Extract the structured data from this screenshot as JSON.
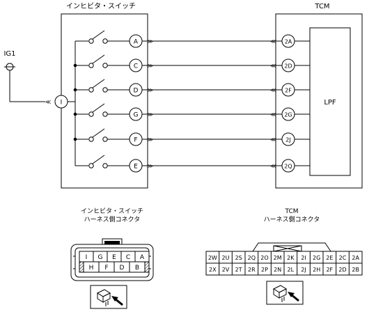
{
  "titles": {
    "switch": "インヒビタ・スイッチ",
    "tcm": "TCM",
    "ig1": "IG1",
    "lpf": "LPF"
  },
  "switch_terminals": [
    "A",
    "C",
    "D",
    "G",
    "F",
    "E"
  ],
  "common_terminal": "I",
  "tcm_terminals": [
    "2A",
    "2D",
    "2F",
    "2G",
    "2J",
    "2Q"
  ],
  "switch_connector": {
    "title_line1": "インヒビタ・スイッチ",
    "title_line2": "ハーネス側コネクタ",
    "top_row": [
      "I",
      "G",
      "E",
      "C",
      "A"
    ],
    "bottom_row": [
      "H",
      "F",
      "D",
      "B"
    ]
  },
  "tcm_connector": {
    "title_line1": "TCM",
    "title_line2": "ハーネス側コネクタ",
    "top_row": [
      "2W",
      "2U",
      "2S",
      "2Q",
      "2O",
      "2M",
      "2K",
      "2I",
      "2G",
      "2E",
      "2C",
      "2A"
    ],
    "bottom_row": [
      "2X",
      "2V",
      "2T",
      "2R",
      "2P",
      "2N",
      "2L",
      "2J",
      "2H",
      "2F",
      "2D",
      "2B"
    ]
  }
}
